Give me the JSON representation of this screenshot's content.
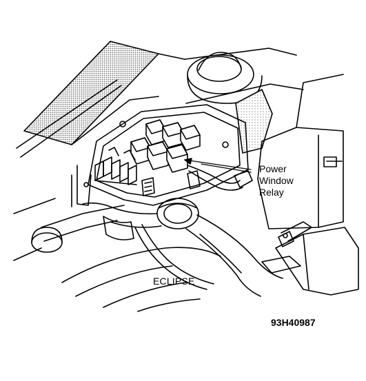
{
  "callout": {
    "line1": "Power",
    "line2": "Window",
    "line3": "Relay"
  },
  "vehicle_label": "ECLIPSE",
  "figure_id": "93H40987",
  "colors": {
    "ink": "#000000",
    "paper": "#ffffff",
    "stipple": "#9a9a9a"
  }
}
